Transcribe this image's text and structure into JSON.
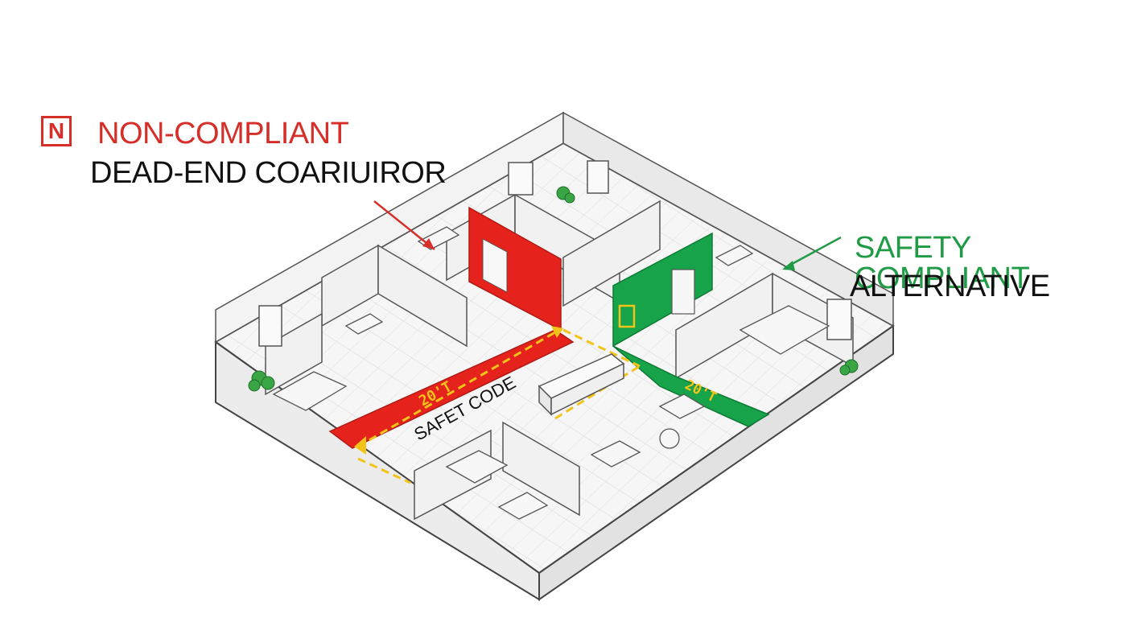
{
  "callouts": {
    "non_compliant": {
      "badge_letter": "N",
      "title": "NON-COMPLIANT",
      "subtitle": "DEAD-END COARIUIROR",
      "color": "#d62f2a"
    },
    "compliant": {
      "title": "SAFETY COMPLIANT",
      "subtitle": "ALTERNATIVE",
      "color": "#1f9a45"
    }
  },
  "floorplan": {
    "corridor_label": "SAFET CODE",
    "red_dimension": "20'T",
    "green_dimension": "20'T",
    "dimension_color": "#f2c318",
    "corridor_red": "#e5231c",
    "corridor_green": "#16a34a"
  }
}
